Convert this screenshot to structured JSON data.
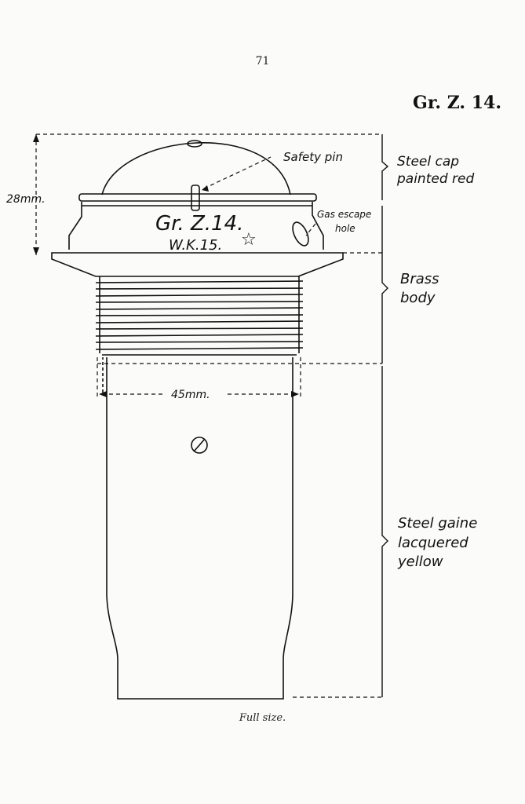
{
  "page": {
    "number": "71",
    "title": "Gr. Z. 14.",
    "caption": "Full size."
  },
  "markings": {
    "line1": "Gr. Z.14.",
    "line2": "W.K.15.",
    "star": "☆"
  },
  "labels": {
    "safety_pin": "Safety pin",
    "gas_escape_line1": "Gas escape",
    "gas_escape_line2": "hole",
    "steel_cap_line1": "Steel cap",
    "steel_cap_line2": "painted red",
    "brass_body_line1": "Brass",
    "brass_body_line2": "body",
    "steel_gaine_line1": "Steel gaine",
    "steel_gaine_line2": "lacquered",
    "steel_gaine_line3": "yellow"
  },
  "dimensions": {
    "height": "28mm.",
    "width": "45mm."
  }
}
